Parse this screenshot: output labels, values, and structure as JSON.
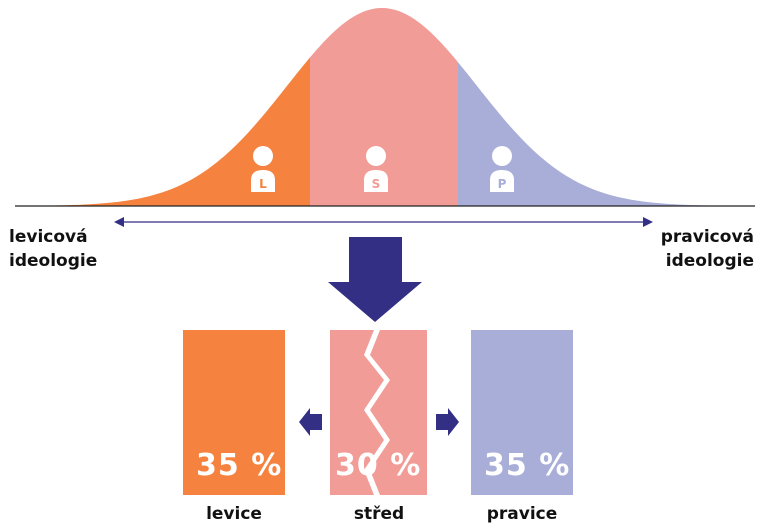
{
  "colors": {
    "left": "#f5833f",
    "center": "#f19c96",
    "right": "#a8aed8",
    "arrow": "#322f85",
    "axis": "#322f85",
    "baseline": "#222222"
  },
  "curve": {
    "segments": [
      {
        "id": "left",
        "person_letter": "L"
      },
      {
        "id": "center",
        "person_letter": "S"
      },
      {
        "id": "right",
        "person_letter": "P"
      }
    ]
  },
  "axis": {
    "left_label_line1": "levicová",
    "left_label_line2": "ideologie",
    "right_label_line1": "pravicová",
    "right_label_line2": "ideologie"
  },
  "bars": [
    {
      "id": "left",
      "percent_label": "35 %",
      "caption": "levice",
      "value": 35
    },
    {
      "id": "center",
      "percent_label": "30 %",
      "caption": "střed",
      "value": 30
    },
    {
      "id": "right",
      "percent_label": "35 %",
      "caption": "pravice",
      "value": 35
    }
  ]
}
